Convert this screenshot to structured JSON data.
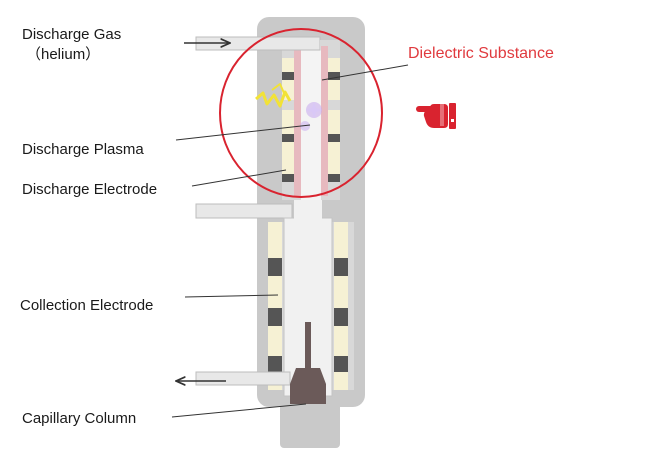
{
  "labels": {
    "discharge_gas": "Discharge Gas",
    "helium": "（helium）",
    "dielectric_substance": "Dielectric Substance",
    "discharge_plasma": "Discharge Plasma",
    "discharge_electrode": "Discharge Electrode",
    "collection_electrode": "Collection Electrode",
    "capillary_column": "Capillary Column"
  },
  "colors": {
    "housing": "#c9c9c9",
    "housing_light": "#e6e6e6",
    "tube": "#f4f4f4",
    "electrode_cream": "#f6f1d4",
    "electrode_dark": "#555555",
    "dielectric_red": "#e7b9bf",
    "highlight_circle": "#d9232f",
    "pointer_hand": "#d9232f",
    "spark": "#f2e236",
    "plasma": "#c6a8ef",
    "column": "#6b5a59"
  },
  "icons": {
    "pointer": "pointing-hand-icon",
    "spark": "lightning-spark-icon"
  }
}
